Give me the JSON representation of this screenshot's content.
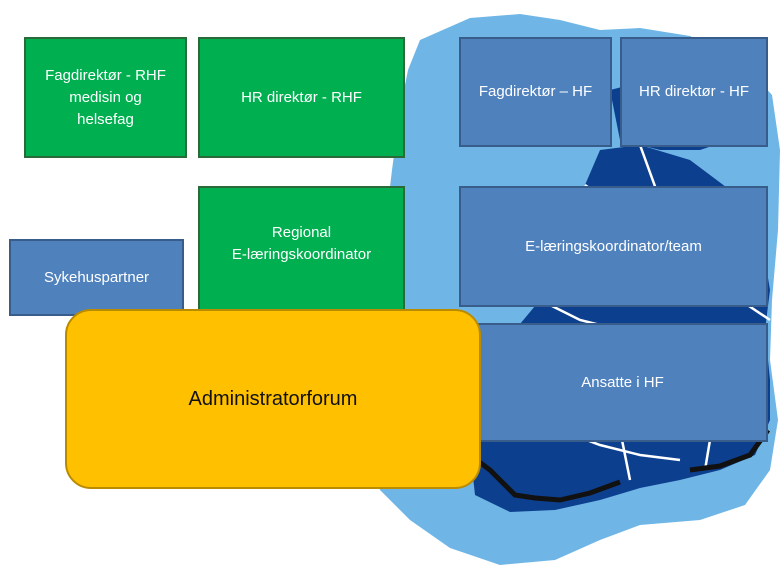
{
  "diagram": {
    "boxes": {
      "fagdirektor_rhf": "Fagdirektør - RHF medisin og helsefag",
      "hr_direktor_rhf": "HR direktør - RHF",
      "fagdirektor_hf": "Fagdirektør – HF",
      "hr_direktor_hf": "HR direktør - HF",
      "sykehuspartner": "Sykehuspartner",
      "regional_elaering_line1": "Regional",
      "regional_elaering_line2": "E-læringskoordinator",
      "elaering_team": "E-læringskoordinator/team",
      "administratorforum": "Administratorforum",
      "ansatte_hf": "Ansatte i HF"
    },
    "colors": {
      "green": "#00b050",
      "blue": "#4f81bd",
      "yellow": "#ffc000",
      "map_light": "#6fb6e6",
      "map_dark": "#0d3f8f"
    }
  }
}
